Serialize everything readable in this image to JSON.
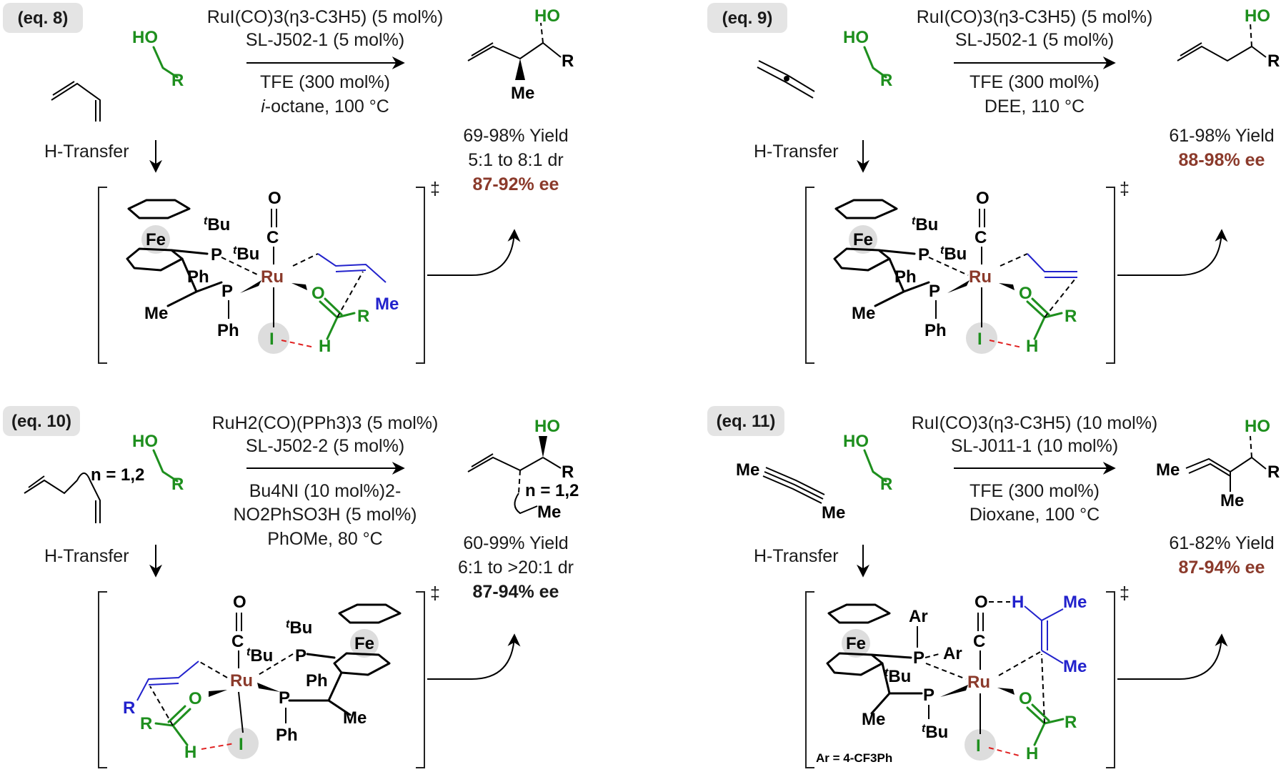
{
  "eq8": {
    "tag": "(eq. 8)",
    "cond_top1": "RuI(CO)3(η3-C3H5) (5 mol%)",
    "cond_top2": "SL-J502-1 (5 mol%)",
    "cond_bot1": "TFE (300 mol%)",
    "cond_bot2_italic": "i",
    "cond_bot2": "-octane, 100 °C",
    "yield": "69-98% Yield",
    "dr": "5:1 to 8:1 dr",
    "ee": "87-92% ee",
    "h_transfer": "H-Transfer"
  },
  "eq9": {
    "tag": "(eq. 9)",
    "cond_top1": "RuI(CO)3(η3-C3H5) (5 mol%)",
    "cond_top2": "SL-J502-1 (5 mol%)",
    "cond_bot1": "TFE (300 mol%)",
    "cond_bot2": "DEE, 110 °C",
    "yield": "61-98% Yield",
    "ee": "88-98% ee",
    "h_transfer": "H-Transfer"
  },
  "eq10": {
    "tag": "(eq. 10)",
    "cond_top1": "RuH2(CO)(PPh3)3 (5 mol%)",
    "cond_top2": "SL-J502-2 (5 mol%)",
    "cond_bot1": "Bu4NI (10 mol%)2-",
    "cond_bot2": "NO2PhSO3H (5 mol%)",
    "cond_bot3": "PhOMe, 80 °C",
    "yield": "60-99% Yield",
    "dr": "6:1 to >20:1 dr",
    "ee": "87-94% ee",
    "h_transfer": "H-Transfer",
    "n_label": "n = 1,2"
  },
  "eq11": {
    "tag": "(eq. 11)",
    "cond_top1": "RuI(CO)3(η3-C3H5) (10 mol%)",
    "cond_top2": "SL-J011-1 (10 mol%)",
    "cond_bot1": "TFE (300 mol%)",
    "cond_bot2": "Dioxane, 100 °C",
    "yield": "61-82% Yield",
    "ee": "87-94% ee",
    "h_transfer": "H-Transfer",
    "ar_note": "Ar = 4-CF3Ph"
  },
  "atoms": {
    "HO": "HO",
    "R": "R",
    "Me": "Me",
    "Fe": "Fe",
    "Ru": "Ru",
    "P": "P",
    "Ph": "Ph",
    "O": "O",
    "C": "C",
    "I": "I",
    "H": "H",
    "tBu": "Bu",
    "t": "t",
    "Ar": "Ar",
    "dagger": "‡"
  },
  "colors": {
    "green": "#1e8f1e",
    "blue": "#2222cc",
    "ruthenium": "#8b3a2b",
    "ee": "#8b3a2b",
    "hbond": "#e02020",
    "tag_bg": "#e4e4e4"
  }
}
